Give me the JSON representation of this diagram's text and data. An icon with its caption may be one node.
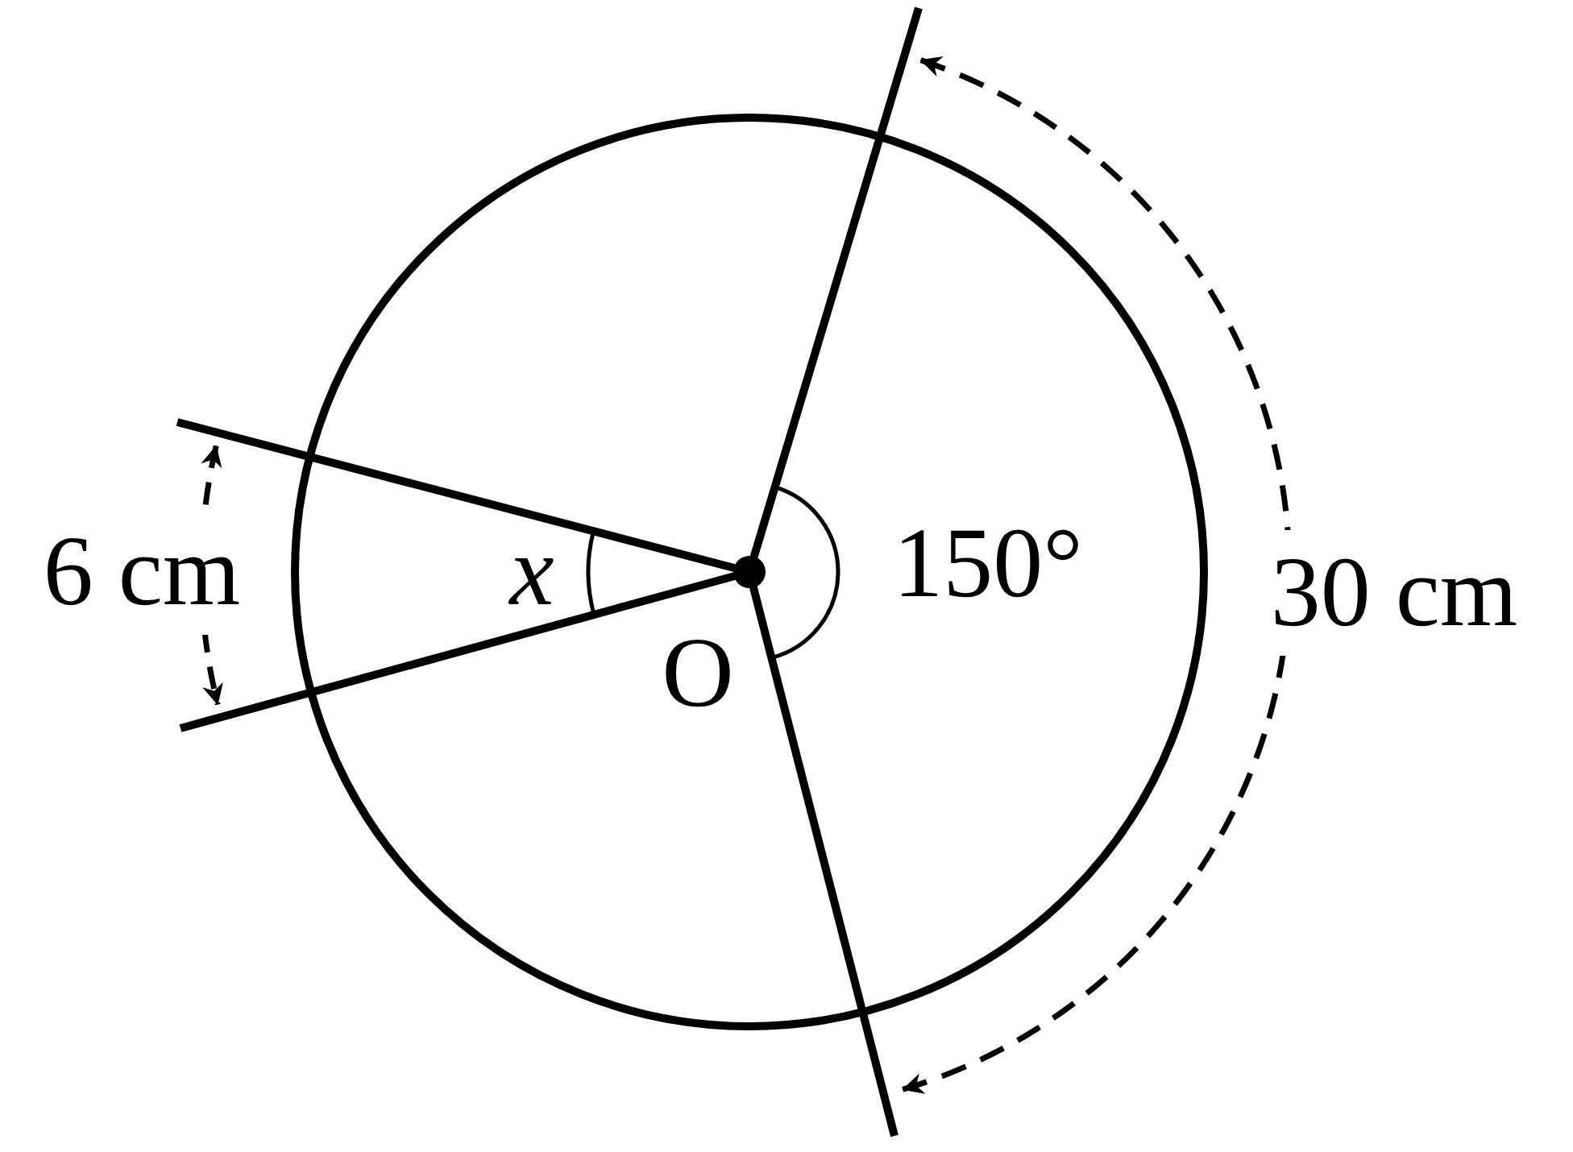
{
  "diagram": {
    "labels": [
      "6 cm",
      "x",
      "O",
      "150°",
      "30 cm"
    ]
  }
}
